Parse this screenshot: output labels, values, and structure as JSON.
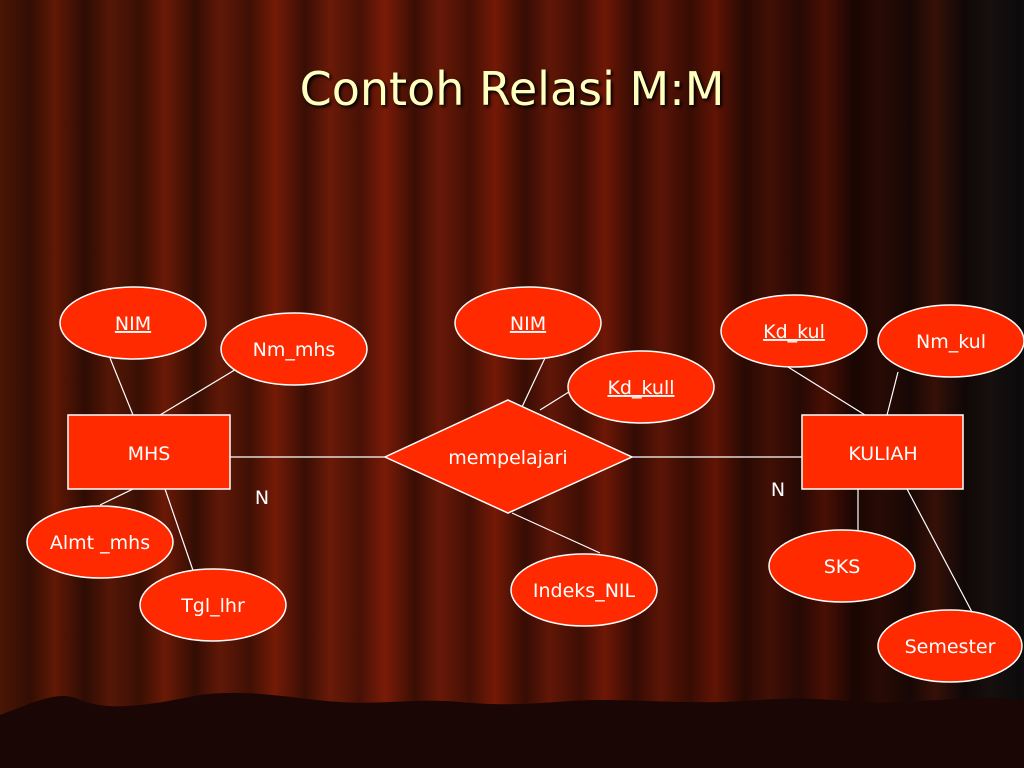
{
  "title": "Contoh Relasi M:M",
  "entities": {
    "mhs": "MHS",
    "kuliah": "KULIAH"
  },
  "relationship": "mempelajari",
  "attributes": {
    "mhs_nim": "NIM",
    "nm_mhs": "Nm_mhs",
    "almt_mhs": "Almt _mhs",
    "tgl_lhr": "Tgl_lhr",
    "rel_nim": "NIM",
    "kd_kull": "Kd_kull",
    "indeks_nil": "Indeks_NIL",
    "kd_kul": "Kd_kul",
    "nm_kul": "Nm_kul",
    "sks": "SKS",
    "semester": "Semester"
  },
  "cardinality": {
    "left": "N",
    "right": "N"
  },
  "colors": {
    "shape_fill": "#ff2a00",
    "shape_stroke": "#ffffff",
    "title_text": "#ffffc0",
    "background": "#5a1406"
  }
}
